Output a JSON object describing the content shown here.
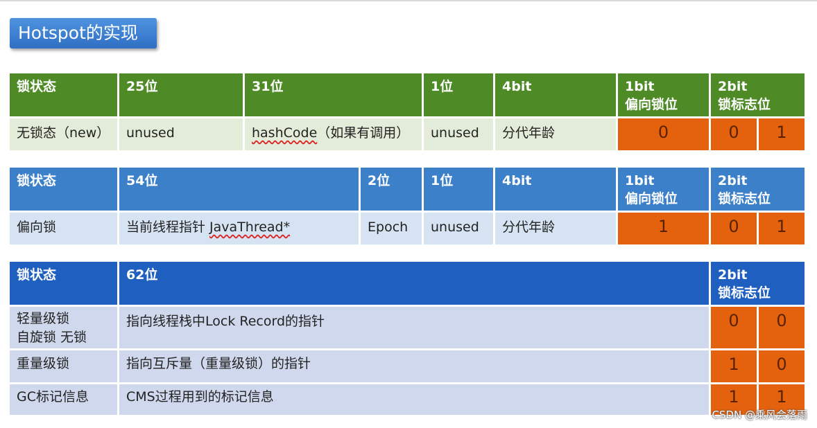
{
  "title": "Hotspot的实现",
  "table1": {
    "headers": [
      "锁状态",
      "25位",
      "31位",
      "1位",
      "4bit",
      "1bit\n偏向锁位",
      "2bit\n锁标志位"
    ],
    "row": [
      "无锁态（new）",
      "unused",
      "hashCode",
      "（如果有调用）",
      "unused",
      "分代年龄",
      "0",
      "0",
      "1"
    ]
  },
  "table2": {
    "headers": [
      "锁状态",
      "54位",
      "2位",
      "1位",
      "4bit",
      "1bit\n偏向锁位",
      "2bit\n锁标志位"
    ],
    "row": [
      "偏向锁",
      "当前线程指针 ",
      "JavaThread*",
      "Epoch",
      "unused",
      "分代年龄",
      "1",
      "0",
      "1"
    ]
  },
  "table3": {
    "headers": [
      "锁状态",
      "62位",
      "2bit\n锁标志位"
    ],
    "rows": [
      [
        "轻量级锁\n自旋锁 无锁",
        "指向线程栈中Lock Record的指针",
        "0",
        "0"
      ],
      [
        "重量级锁",
        "指向互斥量（重量级锁）的指针",
        "1",
        "0"
      ],
      [
        "GC标记信息",
        "CMS过程用到的标记信息",
        "1",
        "1"
      ]
    ]
  },
  "watermark": "CSDN @乘风会落雨"
}
